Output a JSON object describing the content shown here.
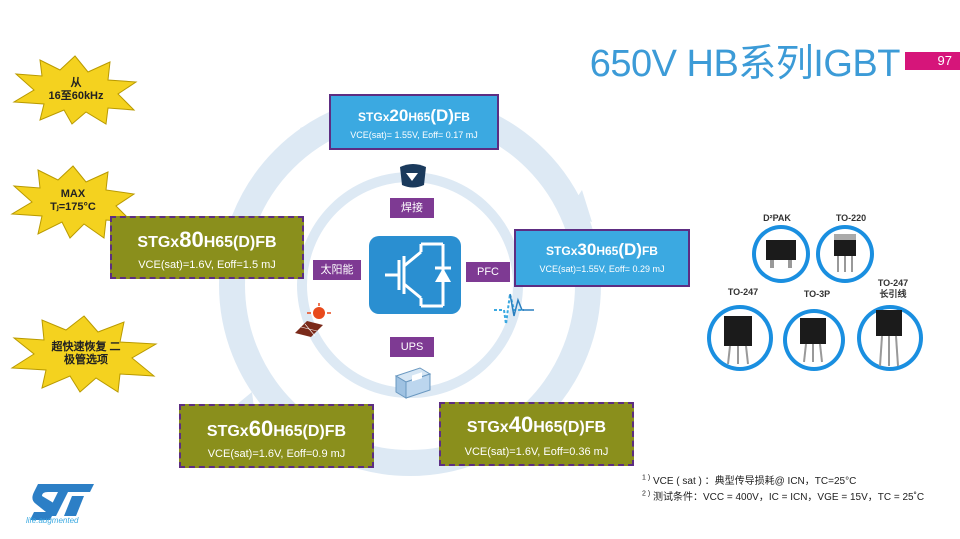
{
  "slide": {
    "title": "650V HB系列IGBT",
    "page_number": "97"
  },
  "stars": {
    "freq_line1": "从",
    "freq_line2": "16至60kHz",
    "temp_line1": "MAX",
    "temp_line2": "Tⱼ=175°C",
    "diode_line1": "超快速恢复 二",
    "diode_line2": "极管选项"
  },
  "products": {
    "p20": {
      "prefix": "STGx",
      "num": "20",
      "suffix": "H65",
      "paren": "(D)",
      "tail": "FB",
      "spec": "VCE(sat)= 1.55V, Eoff= 0.17 mJ"
    },
    "p30": {
      "prefix": "STGx",
      "num": "30",
      "suffix": "H65",
      "paren": "(D)",
      "tail": "FB",
      "spec": "VCE(sat)=1.55V, Eoff= 0.29 mJ"
    },
    "p80": {
      "prefix": "STGx",
      "num": "80",
      "suffix": "H65(D)FB",
      "spec": "VCE(sat)=1.6V, Eoff=1.5 mJ"
    },
    "p60": {
      "prefix": "STGx",
      "num": "60",
      "suffix": "H65(D)FB",
      "spec": "VCE(sat)=1.6V, Eoff=0.9 mJ"
    },
    "p40": {
      "prefix": "STGx",
      "num": "40",
      "suffix": "H65(D)FB",
      "spec": "VCE(sat)=1.6V, Eoff=0.36 mJ"
    }
  },
  "applications": {
    "welding": "焊接",
    "pfc": "PFC",
    "solar": "太阳能",
    "ups": "UPS"
  },
  "packages": {
    "d2pak": "D²PAK",
    "to220": "TO-220",
    "to247": "TO-247",
    "to3p": "TO-3P",
    "to247_long_1": "TO-247",
    "to247_long_2": "长引线"
  },
  "footnotes": {
    "note1": "VCE ( sat ) ：典型传导损耗@ ICN，TC=25°C",
    "note2": "测试条件：VCC = 400V，IC = ICN，VGE = 15V，TC = 25˚C"
  },
  "brand": {
    "tagline": "life.augmented"
  },
  "colors": {
    "accent_blue": "#3ba9e1",
    "olive": "#8a8f1c",
    "purple": "#7e3a93",
    "magenta": "#d6157a",
    "star_yellow": "#f4d21f"
  }
}
